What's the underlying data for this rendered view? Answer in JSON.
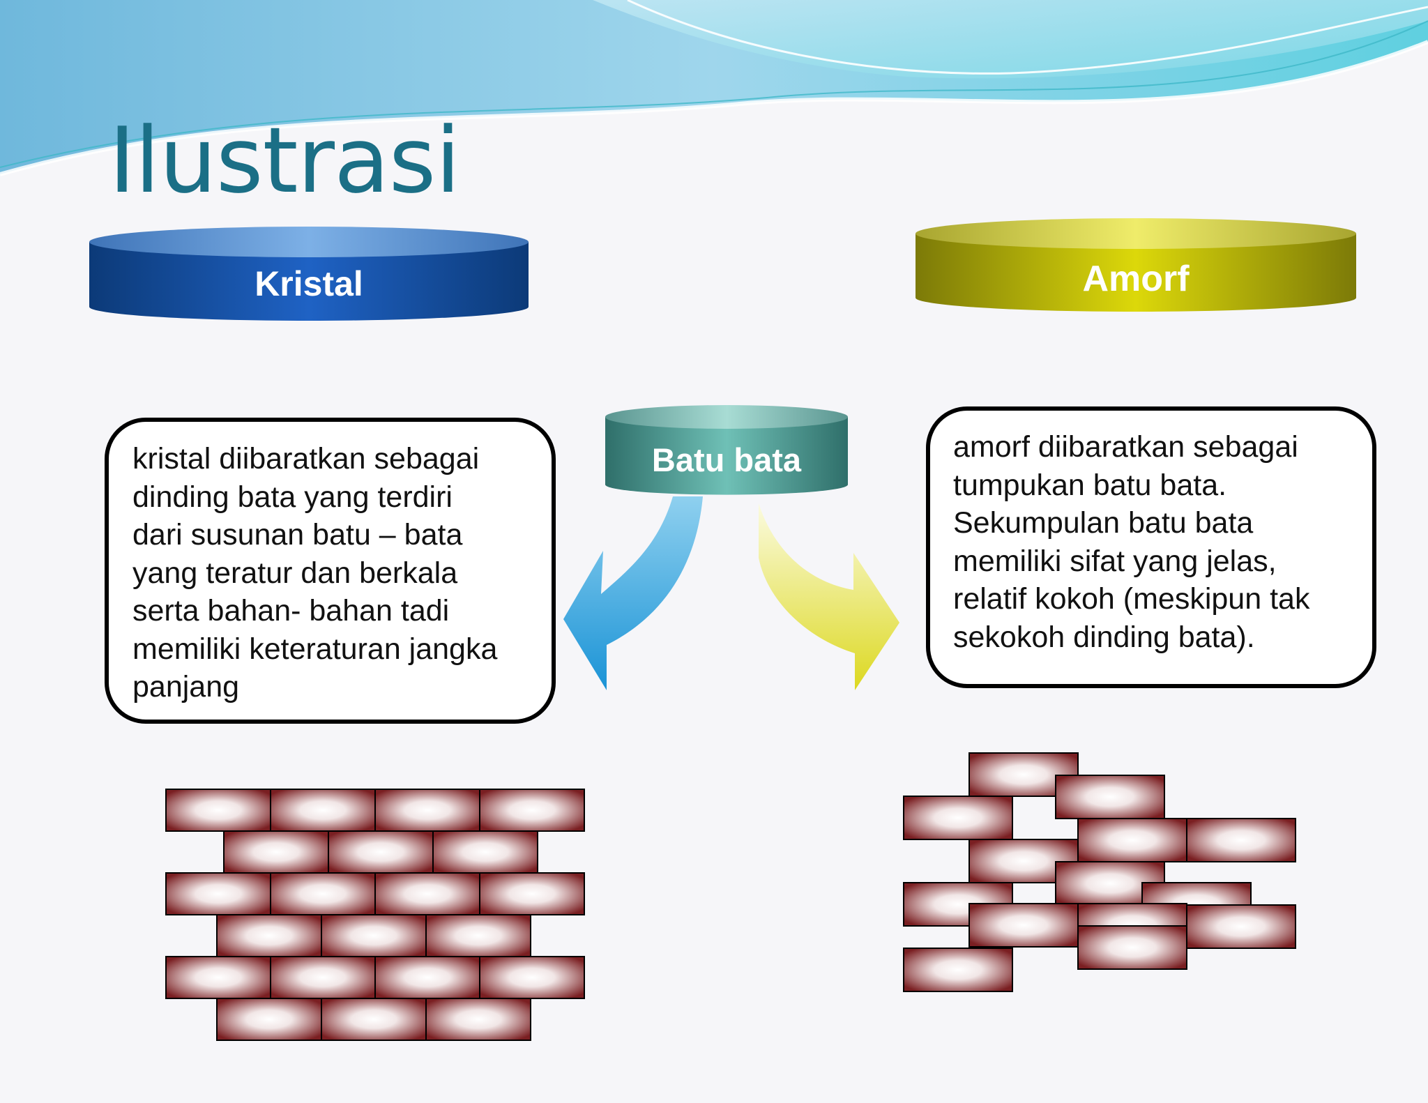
{
  "slide": {
    "title": "Ilustrasi"
  },
  "kristal": {
    "label": "Kristal",
    "color": "#1a4f9c",
    "description_lines": [
      "kristal diibaratkan sebagai",
      "dinding bata yang terdiri",
      "dari susunan batu – bata",
      "yang teratur dan berkala",
      "serta bahan- bahan tadi",
      "memiliki keteraturan jangka",
      "panjang"
    ]
  },
  "amorf": {
    "label": "Amorf",
    "color": "#c8c400",
    "description_lines": [
      "amorf diibaratkan sebagai",
      "tumpukan batu bata.",
      "Sekumpulan batu bata",
      "memiliki sifat yang jelas,",
      "relatif kokoh (meskipun tak",
      "sekokoh dinding bata)."
    ]
  },
  "center": {
    "label": "Batu bata",
    "color": "#4f9c94"
  },
  "arrows": {
    "left_color": "#2aa3dc",
    "right_color": "#e6e34a"
  },
  "brick": {
    "color": "#7a1f22"
  }
}
